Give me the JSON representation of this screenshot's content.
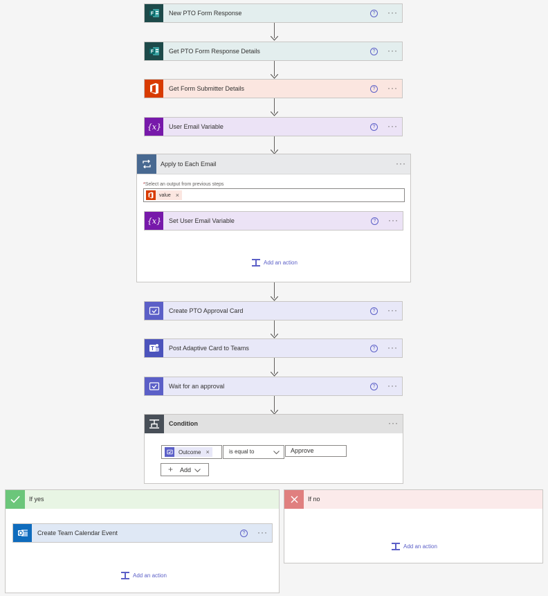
{
  "steps": {
    "new_pto": {
      "title": "New PTO Form Response",
      "icon": "forms-icon"
    },
    "get_pto": {
      "title": "Get PTO Form Response Details",
      "icon": "forms-icon"
    },
    "get_submitter": {
      "title": "Get Form Submitter Details",
      "icon": "office-icon"
    },
    "user_email_var": {
      "title": "User Email Variable",
      "icon": "variable-icon"
    },
    "create_approval": {
      "title": "Create PTO Approval Card",
      "icon": "approval-icon"
    },
    "post_card": {
      "title": "Post Adaptive Card to Teams",
      "icon": "teams-icon"
    },
    "wait_approval": {
      "title": "Wait for an approval",
      "icon": "approval-icon"
    }
  },
  "loop": {
    "title": "Apply to Each Email",
    "select_label": "Select an output from previous steps",
    "token": "value",
    "inner_step": "Set User Email Variable",
    "add_action": "Add an action"
  },
  "condition": {
    "title": "Condition",
    "left_token": "Outcome",
    "operator": "is equal to",
    "right_value": "Approve",
    "add_label": "Add"
  },
  "branches": {
    "yes": {
      "title": "If yes",
      "step": "Create Team Calendar Event",
      "add_action": "Add an action"
    },
    "no": {
      "title": "If no",
      "add_action": "Add an action"
    }
  },
  "ui": {
    "help": "?",
    "more": "···",
    "required_mark": "*"
  },
  "colors": {
    "forms_bg": "#e3eeee",
    "forms_icon": "#1d4a4a",
    "office_bg": "#fbe6e0",
    "office_icon": "#d83b01",
    "variable_bg": "#ece3f6",
    "variable_icon": "#7719aa",
    "approval_bg": "#e8e8f8",
    "approval_icon": "#5b5fc7",
    "teams_icon": "#4b53bc",
    "control_header": "#e1e1e1",
    "control_icon": "#484f58",
    "loop_header": "#e8e9eb",
    "loop_icon": "#486991",
    "yes_header": "#e8f5e4",
    "yes_icon": "#6bc67a",
    "no_header": "#fbeaea",
    "no_icon": "#e07f7f",
    "outlook_bg": "#dfe8f5",
    "outlook_icon": "#0f6cbd"
  }
}
